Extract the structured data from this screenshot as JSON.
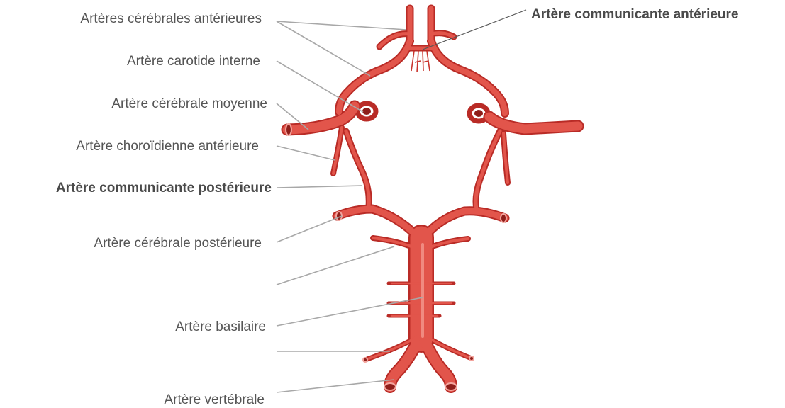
{
  "labels": {
    "anterior_cerebral": "Artères cérébrales antérieures",
    "anterior_communicating": "Artère communicante antérieure",
    "internal_carotid": "Artère carotide interne",
    "middle_cerebral": "Artère cérébrale moyenne",
    "anterior_choroidal": "Artère choroïdienne antérieure",
    "posterior_communicating": "Artère communicante postérieure",
    "posterior_cerebral": "Artère cérébrale postérieure",
    "basilar": "Artère basilaire",
    "vertebral": "Artère vertébrale"
  },
  "colors": {
    "artery_outline": "#b92b26",
    "artery_fill": "#e2554b",
    "artery_highlight": "#f08a80",
    "leader_line": "#a8a8a8",
    "label_text": "#555555"
  }
}
